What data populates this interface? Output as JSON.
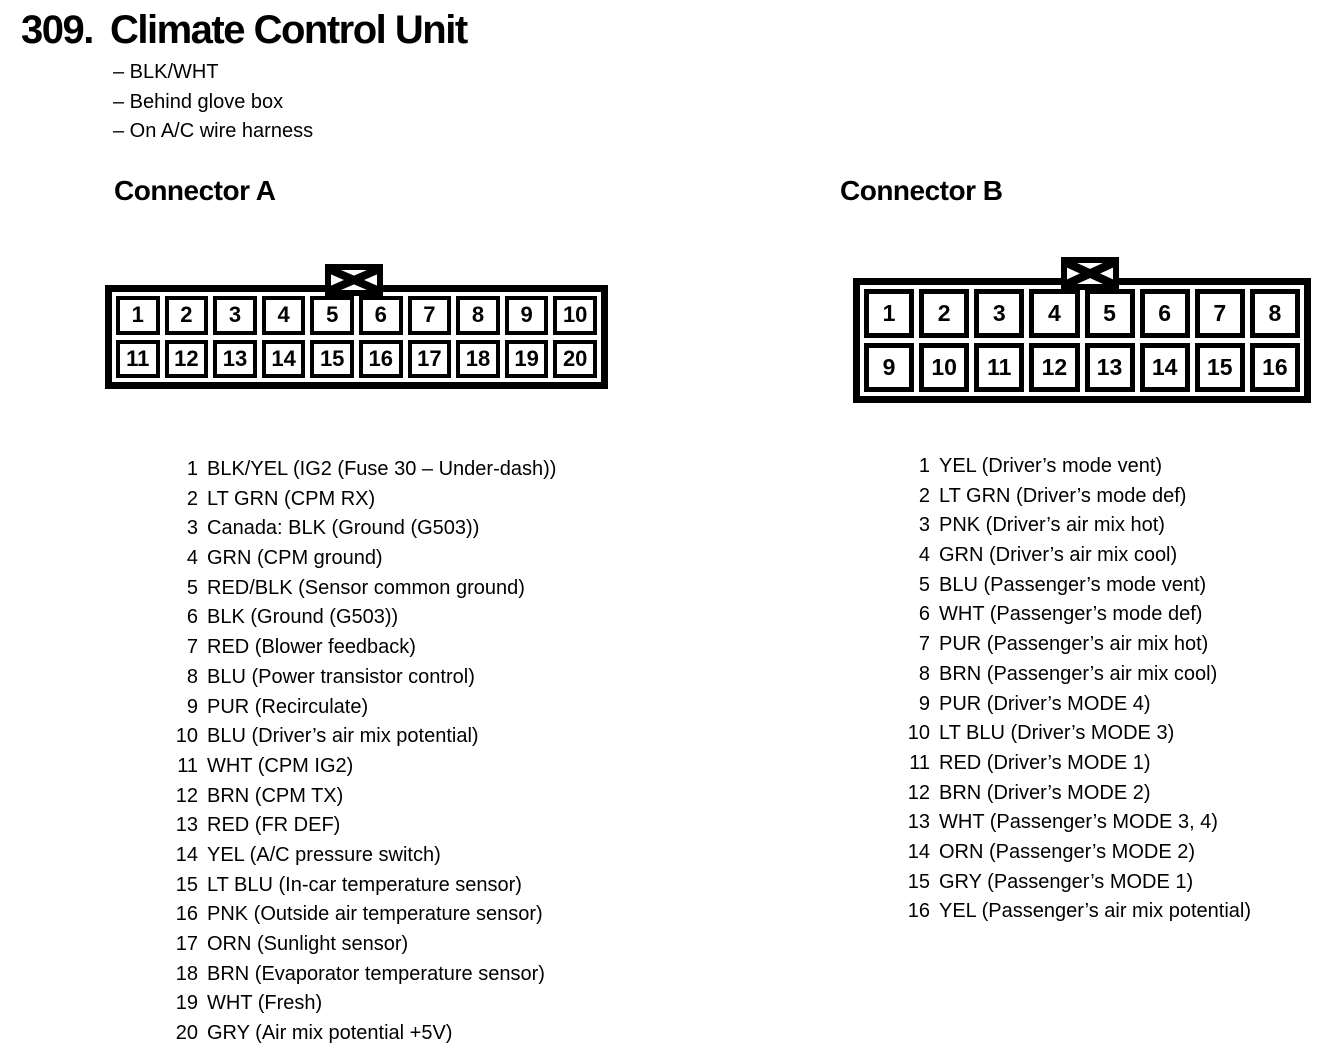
{
  "page": {
    "number": "309.",
    "title": "Climate Control Unit",
    "notes": [
      "– BLK/WHT",
      "– Behind glove box",
      "– On A/C wire harness"
    ]
  },
  "colors": {
    "ink": "#000000",
    "paper": "#ffffff"
  },
  "icons": {
    "connector_key_tab": "boxed-x"
  },
  "connector_a": {
    "heading": "Connector A",
    "row1": [
      "1",
      "2",
      "3",
      "4",
      "5",
      "6",
      "7",
      "8",
      "9",
      "10"
    ],
    "row2": [
      "11",
      "12",
      "13",
      "14",
      "15",
      "16",
      "17",
      "18",
      "19",
      "20"
    ],
    "pins": [
      {
        "n": "1",
        "d": "BLK/YEL (IG2 (Fuse 30 – Under-dash))"
      },
      {
        "n": "2",
        "d": "LT GRN (CPM RX)"
      },
      {
        "n": "3",
        "d": "Canada: BLK (Ground (G503))"
      },
      {
        "n": "4",
        "d": "GRN (CPM ground)"
      },
      {
        "n": "5",
        "d": "RED/BLK (Sensor common ground)"
      },
      {
        "n": "6",
        "d": "BLK (Ground (G503))"
      },
      {
        "n": "7",
        "d": "RED (Blower feedback)"
      },
      {
        "n": "8",
        "d": "BLU (Power transistor control)"
      },
      {
        "n": "9",
        "d": "PUR (Recirculate)"
      },
      {
        "n": "10",
        "d": "BLU (Driver’s air mix potential)"
      },
      {
        "n": "11",
        "d": "WHT (CPM IG2)"
      },
      {
        "n": "12",
        "d": "BRN (CPM TX)"
      },
      {
        "n": "13",
        "d": "RED (FR DEF)"
      },
      {
        "n": "14",
        "d": "YEL (A/C pressure switch)"
      },
      {
        "n": "15",
        "d": "LT BLU (In-car temperature sensor)"
      },
      {
        "n": "16",
        "d": "PNK (Outside air temperature sensor)"
      },
      {
        "n": "17",
        "d": "ORN (Sunlight sensor)"
      },
      {
        "n": "18",
        "d": "BRN (Evaporator temperature sensor)"
      },
      {
        "n": "19",
        "d": "WHT (Fresh)"
      },
      {
        "n": "20",
        "d": "GRY (Air mix potential +5V)"
      }
    ]
  },
  "connector_b": {
    "heading": "Connector B",
    "row1": [
      "1",
      "2",
      "3",
      "4",
      "5",
      "6",
      "7",
      "8"
    ],
    "row2": [
      "9",
      "10",
      "11",
      "12",
      "13",
      "14",
      "15",
      "16"
    ],
    "pins": [
      {
        "n": "1",
        "d": "YEL (Driver’s mode vent)"
      },
      {
        "n": "2",
        "d": "LT GRN (Driver’s mode def)"
      },
      {
        "n": "3",
        "d": "PNK (Driver’s air mix hot)"
      },
      {
        "n": "4",
        "d": "GRN (Driver’s air mix cool)"
      },
      {
        "n": "5",
        "d": "BLU (Passenger’s mode vent)"
      },
      {
        "n": "6",
        "d": "WHT (Passenger’s mode def)"
      },
      {
        "n": "7",
        "d": "PUR (Passenger’s air mix hot)"
      },
      {
        "n": "8",
        "d": "BRN (Passenger’s air mix cool)"
      },
      {
        "n": "9",
        "d": "PUR (Driver’s MODE 4)"
      },
      {
        "n": "10",
        "d": "LT BLU (Driver’s MODE 3)"
      },
      {
        "n": "11",
        "d": "RED (Driver’s MODE 1)"
      },
      {
        "n": "12",
        "d": "BRN (Driver’s MODE 2)"
      },
      {
        "n": "13",
        "d": "WHT (Passenger’s MODE 3, 4)"
      },
      {
        "n": "14",
        "d": "ORN (Passenger’s MODE 2)"
      },
      {
        "n": "15",
        "d": "GRY (Passenger’s MODE 1)"
      },
      {
        "n": "16",
        "d": "YEL (Passenger’s air mix potential)"
      }
    ]
  }
}
